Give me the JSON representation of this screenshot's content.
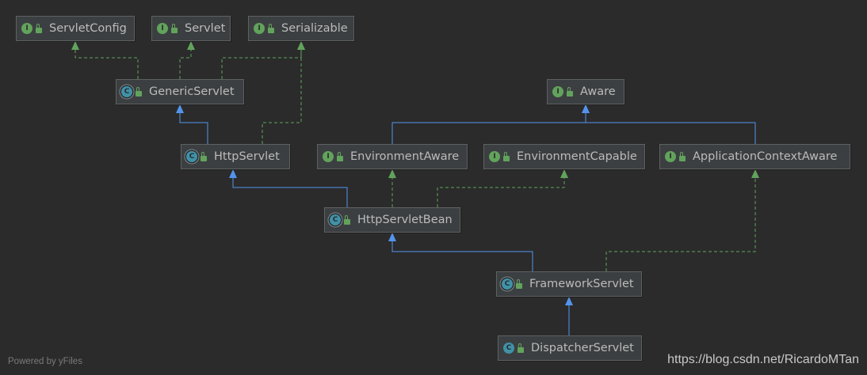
{
  "nodes": [
    {
      "id": "ServletConfig",
      "label": "ServletConfig",
      "kind": "interface",
      "badge": "I"
    },
    {
      "id": "Servlet",
      "label": "Servlet",
      "kind": "interface",
      "badge": "I"
    },
    {
      "id": "Serializable",
      "label": "Serializable",
      "kind": "interface",
      "badge": "I"
    },
    {
      "id": "GenericServlet",
      "label": "GenericServlet",
      "kind": "abstract-class",
      "badge": "C"
    },
    {
      "id": "Aware",
      "label": "Aware",
      "kind": "interface",
      "badge": "I"
    },
    {
      "id": "HttpServlet",
      "label": "HttpServlet",
      "kind": "abstract-class",
      "badge": "C"
    },
    {
      "id": "EnvironmentAware",
      "label": "EnvironmentAware",
      "kind": "interface",
      "badge": "I"
    },
    {
      "id": "EnvironmentCapable",
      "label": "EnvironmentCapable",
      "kind": "interface",
      "badge": "I"
    },
    {
      "id": "ApplicationContextAware",
      "label": "ApplicationContextAware",
      "kind": "interface",
      "badge": "I"
    },
    {
      "id": "HttpServletBean",
      "label": "HttpServletBean",
      "kind": "abstract-class",
      "badge": "C"
    },
    {
      "id": "FrameworkServlet",
      "label": "FrameworkServlet",
      "kind": "abstract-class",
      "badge": "C"
    },
    {
      "id": "DispatcherServlet",
      "label": "DispatcherServlet",
      "kind": "class",
      "badge": "C"
    }
  ],
  "edges": [
    {
      "from": "GenericServlet",
      "to": "ServletConfig",
      "type": "implements"
    },
    {
      "from": "GenericServlet",
      "to": "Servlet",
      "type": "implements"
    },
    {
      "from": "GenericServlet",
      "to": "Serializable",
      "type": "implements"
    },
    {
      "from": "HttpServlet",
      "to": "GenericServlet",
      "type": "extends"
    },
    {
      "from": "HttpServlet",
      "to": "Serializable",
      "type": "implements"
    },
    {
      "from": "EnvironmentAware",
      "to": "Aware",
      "type": "extends"
    },
    {
      "from": "ApplicationContextAware",
      "to": "Aware",
      "type": "extends"
    },
    {
      "from": "HttpServletBean",
      "to": "HttpServlet",
      "type": "extends"
    },
    {
      "from": "HttpServletBean",
      "to": "EnvironmentAware",
      "type": "implements"
    },
    {
      "from": "HttpServletBean",
      "to": "EnvironmentCapable",
      "type": "implements"
    },
    {
      "from": "FrameworkServlet",
      "to": "HttpServletBean",
      "type": "extends"
    },
    {
      "from": "FrameworkServlet",
      "to": "ApplicationContextAware",
      "type": "implements"
    },
    {
      "from": "DispatcherServlet",
      "to": "FrameworkServlet",
      "type": "extends"
    }
  ],
  "colors": {
    "background": "#2b2b2b",
    "node_fill": "#3c3f41",
    "node_border": "#5e6162",
    "text": "#bbbbbb",
    "extends_edge": "#5394ec",
    "implements_edge": "#62a35c",
    "interface_badge": "#62a35c",
    "class_badge": "#3f92a8"
  },
  "footer": {
    "text": "Powered by yFiles"
  },
  "watermark": {
    "text": "https://blog.csdn.net/RicardoMTan"
  }
}
